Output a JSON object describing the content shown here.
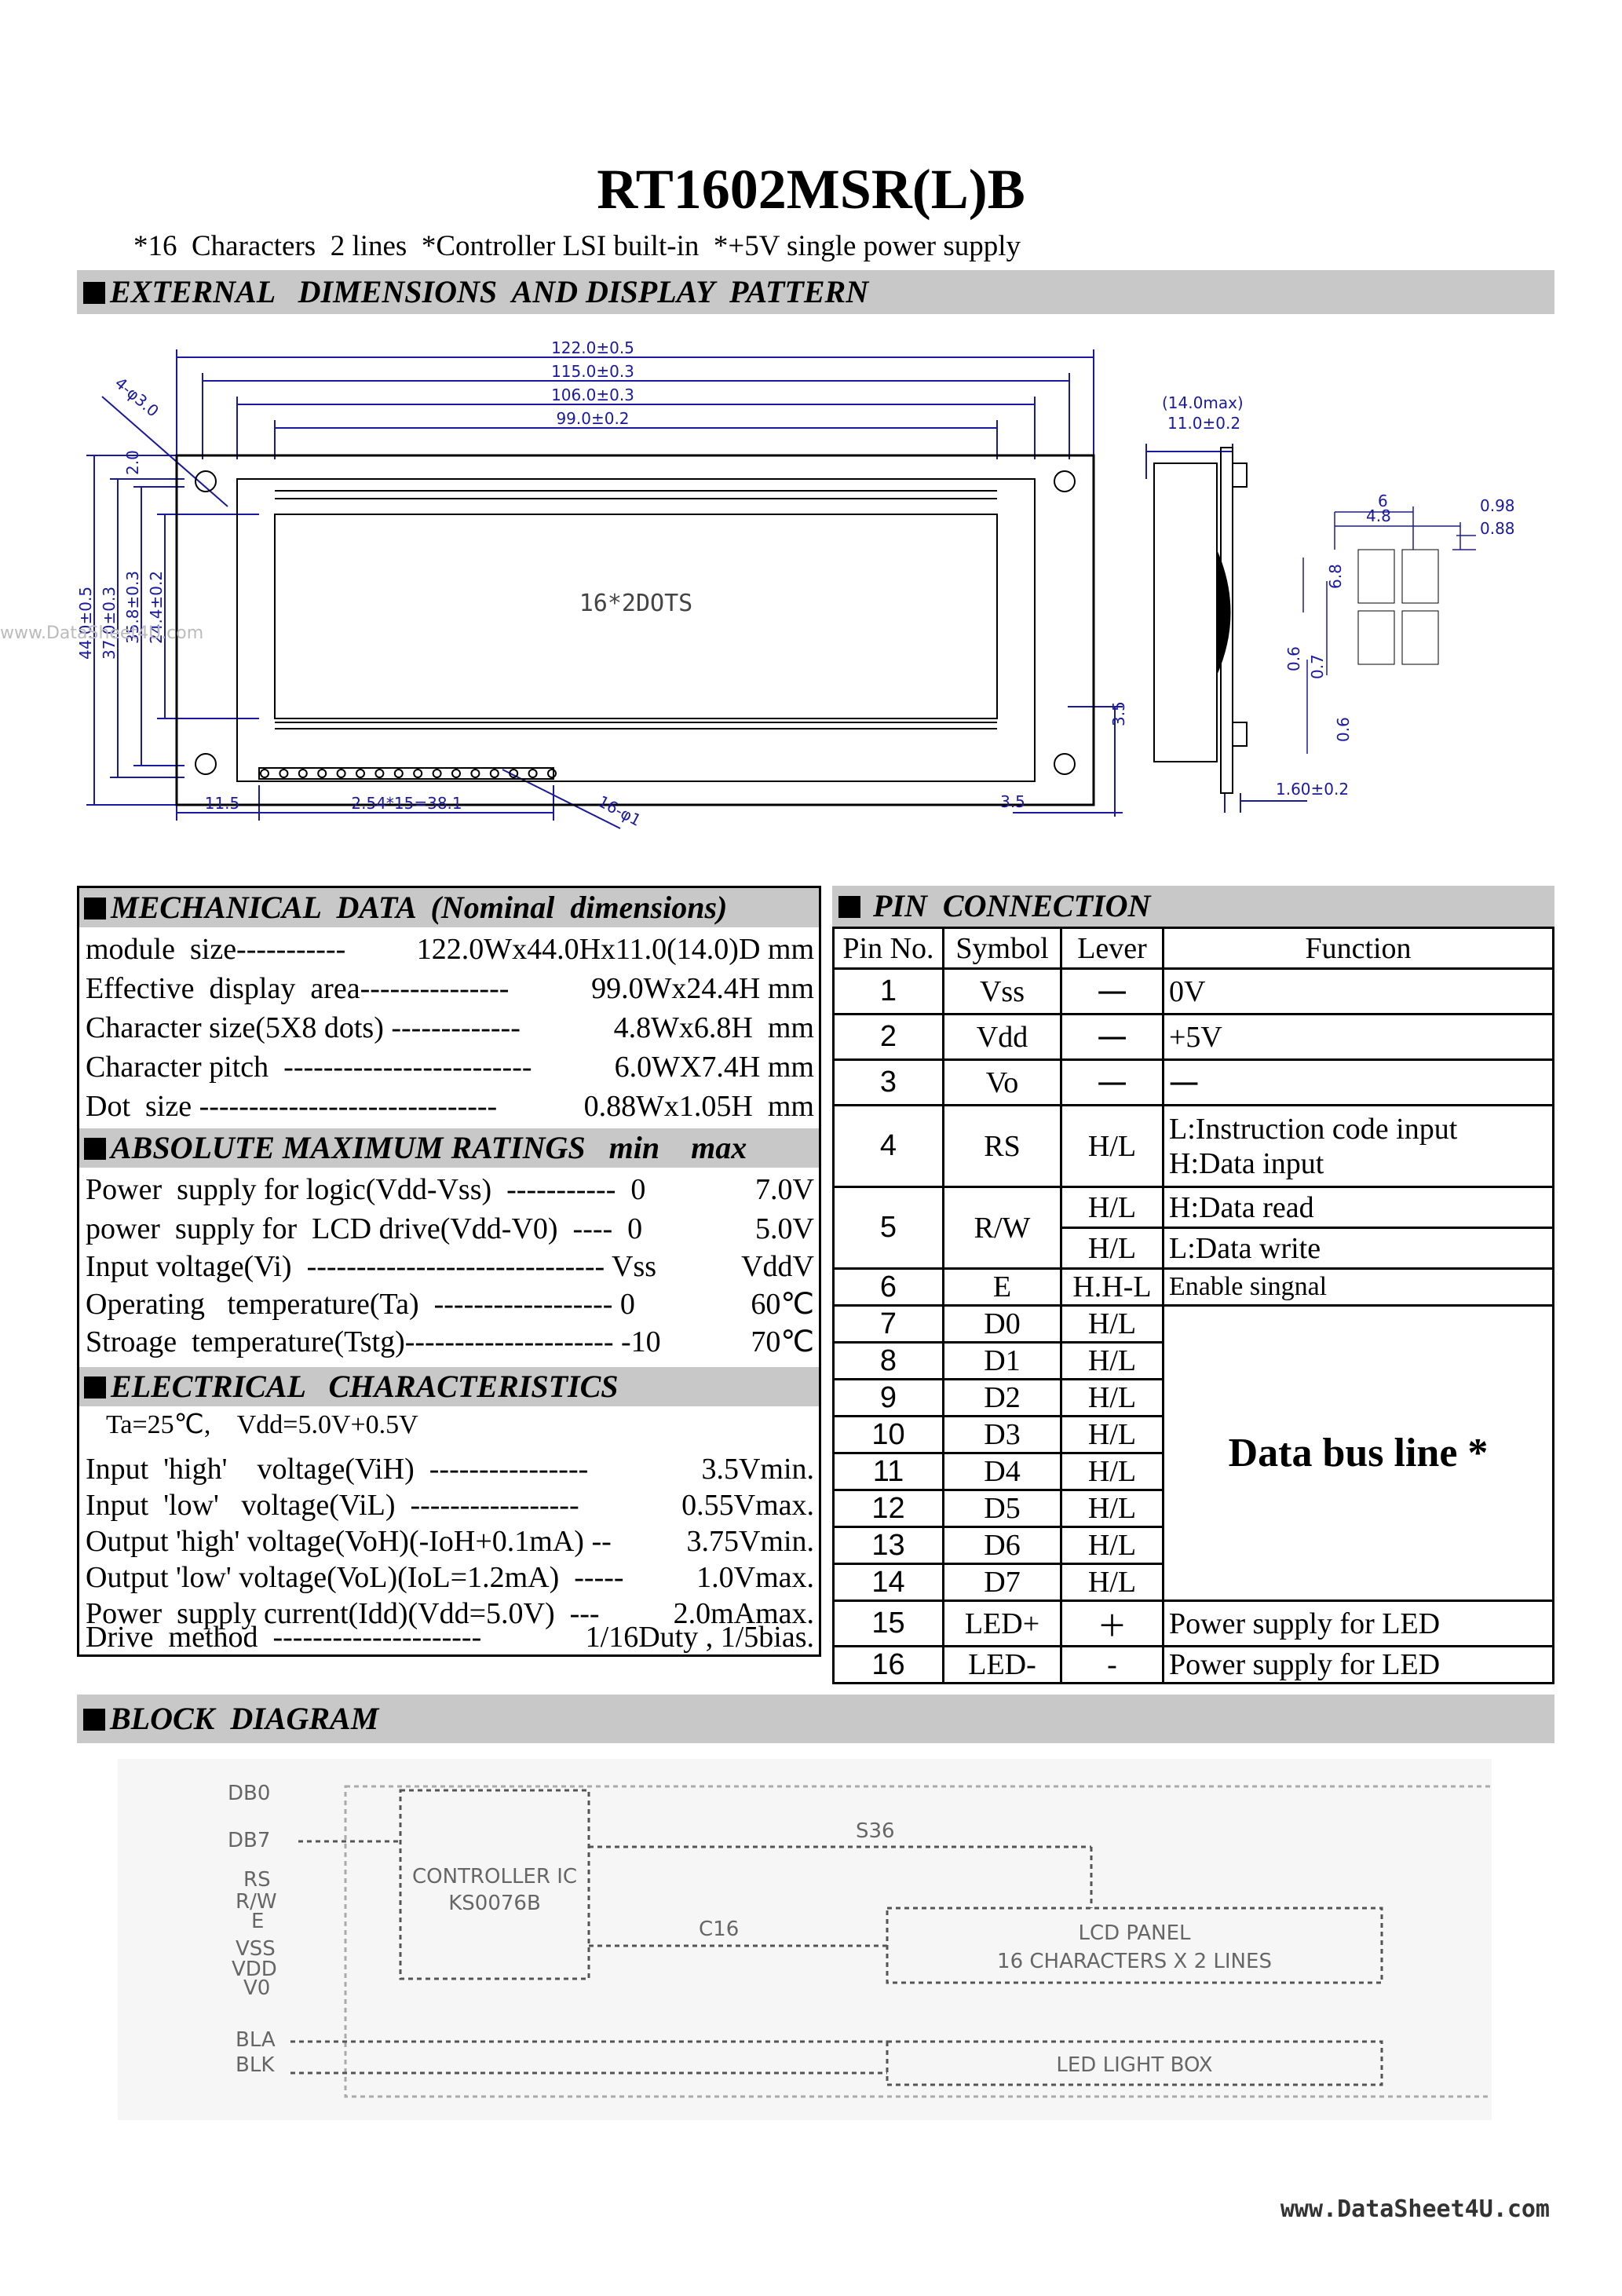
{
  "title": "RT1602MSR(L)B",
  "subtitle": "*16  Characters  2 lines  *Controller LSI built-in  *+5V single power supply",
  "sections": {
    "external": "EXTERNAL   DIMENSIONS  AND DISPLAY  PATTERN",
    "mechanical": "MECHANICAL  DATA  (Nominal  dimensions)",
    "absolute": "ABSOLUTE MAXIMUM RATINGS   min    max",
    "electrical": "ELECTRICAL   CHARACTERISTICS",
    "pin": " PIN  CONNECTION",
    "block": "BLOCK  DIAGRAM"
  },
  "drawing": {
    "dims_top": [
      "122.0±0.5",
      "115.0±0.3",
      "106.0±0.3",
      "99.0±0.2"
    ],
    "dims_left": [
      "44.0±0.5",
      "37.0±0.3",
      "35.8±0.3",
      "24.4±0.2"
    ],
    "hole": "4-φ3.0",
    "dim_2_0": "2.0",
    "display_label": "16*2DOTS",
    "dim_11_5": "11.5",
    "pin_pitch": "2.54*15=38.1",
    "pins": "16-φ1",
    "dim_3_5_bottom": "3.5",
    "dim_3_5_side": "3.5",
    "depth_max": "(14.0max)",
    "depth": "11.0±0.2",
    "pcb": "1.60±0.2",
    "char_6": "6",
    "char_4_8": "4.8",
    "dot_0_98": "0.98",
    "dot_0_88": "0.88",
    "char_6_8": "6.8",
    "v_0_6a": "0.6",
    "v_0_7": "0.7",
    "v_0_6b": "0.6",
    "watermark": "www.DataSheet4U.com"
  },
  "mechanical": [
    [
      "module  size-----------",
      "122.0Wx44.0Hx11.0(14.0)D mm"
    ],
    [
      "Effective  display  area---------------",
      "99.0Wx24.4H mm"
    ],
    [
      "Character size(5X8 dots) -------------",
      "4.8Wx6.8H  mm"
    ],
    [
      "Character pitch  -------------------------",
      "6.0WX7.4H mm"
    ],
    [
      "Dot  size ------------------------------",
      "0.88Wx1.05H  mm"
    ]
  ],
  "absolute": [
    [
      "Power  supply for logic(Vdd-Vss)  -----------  0",
      "7.0V"
    ],
    [
      "power  supply for  LCD drive(Vdd-V0)  ----  0",
      "5.0V"
    ],
    [
      "Input voltage(Vi)  ------------------------------ Vss",
      "VddV"
    ],
    [
      "Operating   temperature(Ta)  ------------------ 0",
      "60℃"
    ],
    [
      "Stroage  temperature(Tstg)--------------------- -10",
      "70℃"
    ]
  ],
  "electrical_cond": "Ta=25℃,    Vdd=5.0V+0.5V",
  "electrical": [
    [
      "Input  'high'    voltage(ViH)  ----------------",
      "3.5Vmin."
    ],
    [
      "Input  'low'   voltage(ViL)  -----------------",
      "0.55Vmax."
    ],
    [
      "Output 'high' voltage(VoH)(-IoH+0.1mA) --",
      "3.75Vmin."
    ],
    [
      "Output 'low' voltage(VoL)(IoL=1.2mA)  -----",
      "1.0Vmax."
    ],
    [
      "Power  supply current(Idd)(Vdd=5.0V)  ---",
      "2.0mAmax."
    ],
    [
      "Drive  method  ---------------------",
      "1/16Duty , 1/5bias."
    ]
  ],
  "pin_headers": [
    "Pin No.",
    "Symbol",
    "Lever",
    "Function"
  ],
  "pins": [
    {
      "no": "1",
      "sym": "Vss",
      "lev": "一",
      "fn": "0V"
    },
    {
      "no": "2",
      "sym": "Vdd",
      "lev": "一",
      "fn": "+5V"
    },
    {
      "no": "3",
      "sym": "Vo",
      "lev": "一",
      "fn": "一"
    },
    {
      "no": "4",
      "sym": "RS",
      "lev": "H/L",
      "fn1": "L:Instruction code input",
      "fn2": "H:Data input"
    },
    {
      "no": "5",
      "sym": "R/W",
      "lev1": "H/L",
      "lev2": "H/L",
      "fn1": "H:Data read",
      "fn2": "L:Data write"
    },
    {
      "no": "6",
      "sym": "E",
      "lev": "H.H-L",
      "fn": "Enable singnal"
    },
    {
      "no": "7",
      "sym": "D0",
      "lev": "H/L"
    },
    {
      "no": "8",
      "sym": "D1",
      "lev": "H/L"
    },
    {
      "no": "9",
      "sym": "D2",
      "lev": "H/L"
    },
    {
      "no": "10",
      "sym": "D3",
      "lev": "H/L"
    },
    {
      "no": "11",
      "sym": "D4",
      "lev": "H/L"
    },
    {
      "no": "12",
      "sym": "D5",
      "lev": "H/L"
    },
    {
      "no": "13",
      "sym": "D6",
      "lev": "H/L"
    },
    {
      "no": "14",
      "sym": "D7",
      "lev": "H/L"
    },
    {
      "no": "15",
      "sym": "LED+",
      "lev": "＋",
      "fn": "Power supply for LED"
    },
    {
      "no": "16",
      "sym": "LED-",
      "lev": "-",
      "fn": "Power supply for LED"
    }
  ],
  "data_bus": "Data  bus  line  *",
  "block": {
    "inputs": [
      "DB0",
      "DB7",
      "RS",
      "R/W",
      "E",
      "VSS",
      "VDD",
      "V0",
      "BLA",
      "BLK"
    ],
    "controller": "CONTROLLER IC",
    "controller_part": "KS0076B",
    "s_label": "S36",
    "c_label": "C16",
    "lcd_panel": "LCD PANEL",
    "lcd_sub": "16 CHARACTERS X 2 LINES",
    "led": "LED LIGHT BOX"
  },
  "footer": "www.DataSheet4U.com"
}
